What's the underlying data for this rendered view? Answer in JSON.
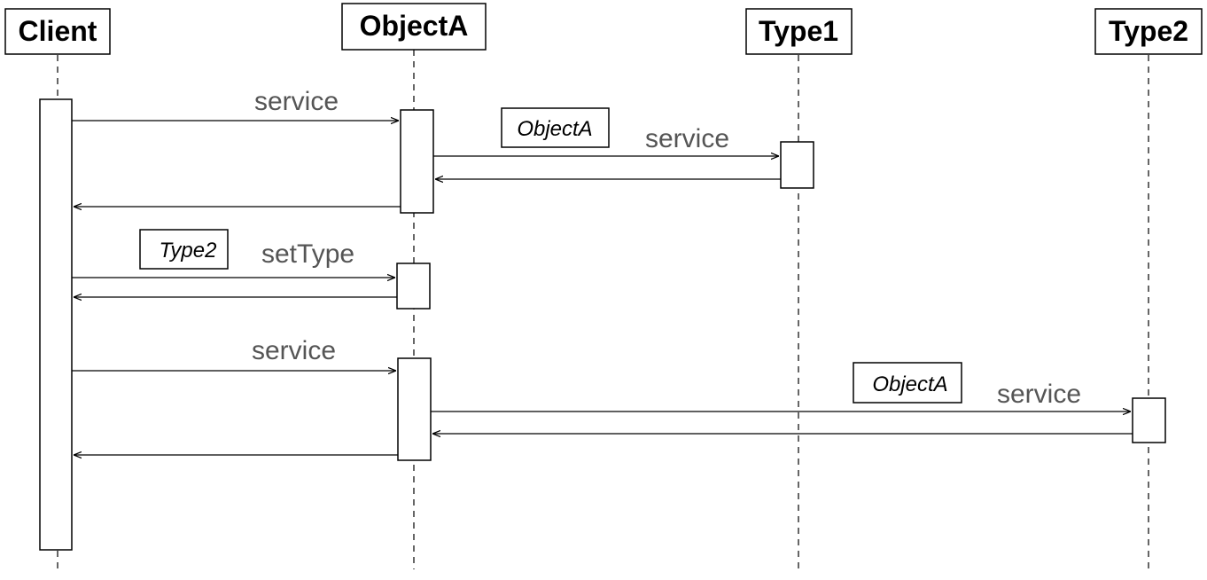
{
  "participants": [
    {
      "id": "client",
      "label": "Client"
    },
    {
      "id": "objecta",
      "label": "ObjectA"
    },
    {
      "id": "type1",
      "label": "Type1"
    },
    {
      "id": "type2",
      "label": "Type2"
    }
  ],
  "messages": {
    "service1": "service",
    "service2": "service",
    "setType": "setType",
    "service3": "service",
    "service4": "service"
  },
  "parameters": {
    "param1": "ObjectA",
    "param2": "Type2",
    "param3": "ObjectA"
  },
  "colors": {
    "message_text": "#555555",
    "line": "#000000",
    "background": "#ffffff"
  }
}
